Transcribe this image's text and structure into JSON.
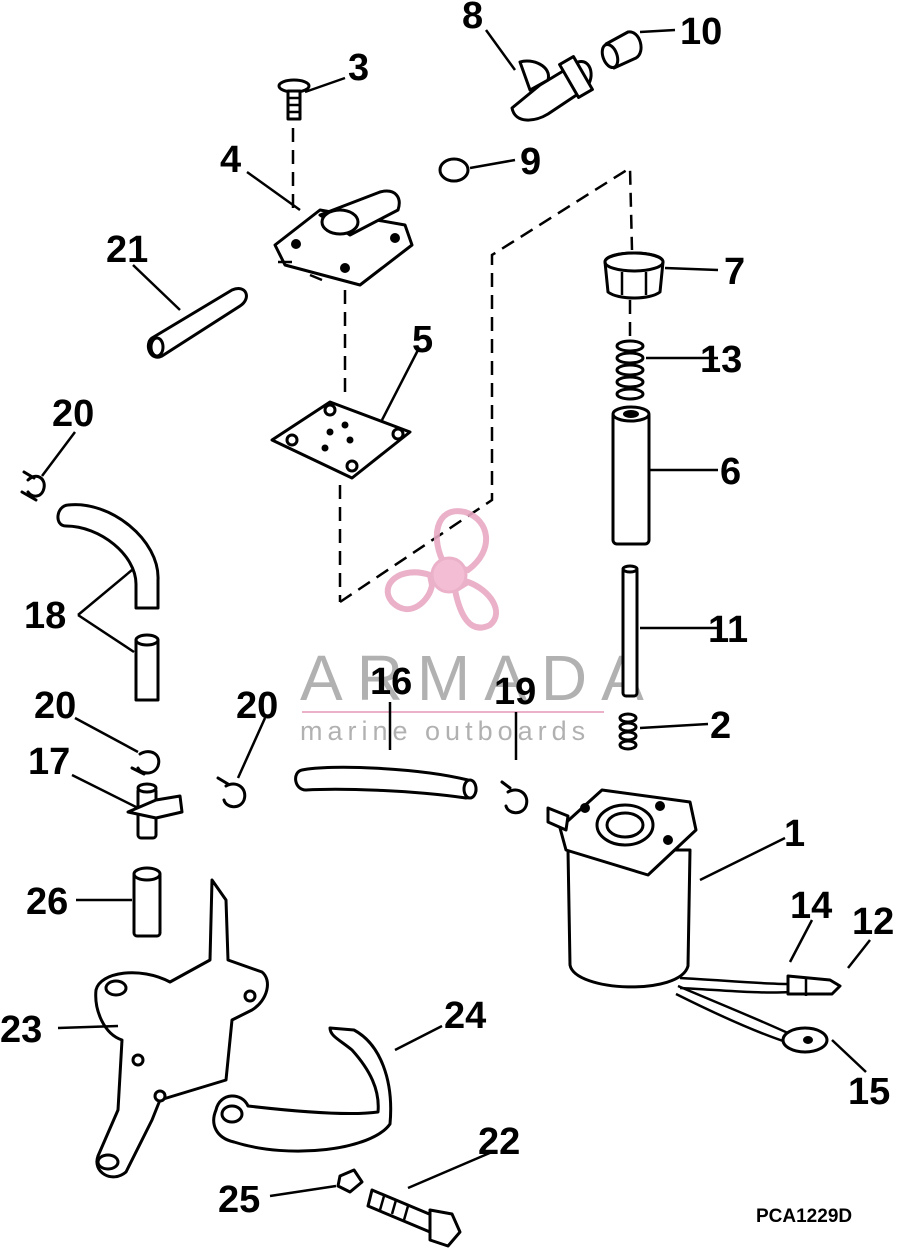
{
  "diagram": {
    "reference_code": "PCA1229D",
    "callouts": {
      "c1": "1",
      "c2": "2",
      "c3": "3",
      "c4": "4",
      "c5": "5",
      "c6": "6",
      "c7": "7",
      "c8": "8",
      "c9": "9",
      "c10": "10",
      "c11": "11",
      "c12": "12",
      "c13": "13",
      "c14": "14",
      "c15": "15",
      "c16": "16",
      "c17": "17",
      "c18": "18",
      "c19": "19",
      "c20a": "20",
      "c20b": "20",
      "c20c": "20",
      "c21": "21",
      "c22": "22",
      "c23": "23",
      "c24": "24",
      "c25": "25",
      "c26": "26"
    }
  },
  "watermark": {
    "brand": "ARMADA",
    "tagline": "marine outboards",
    "colors": {
      "propeller": "#e8a9c4",
      "hub": "#f2b8cf",
      "text": "#9a9a9a"
    }
  }
}
